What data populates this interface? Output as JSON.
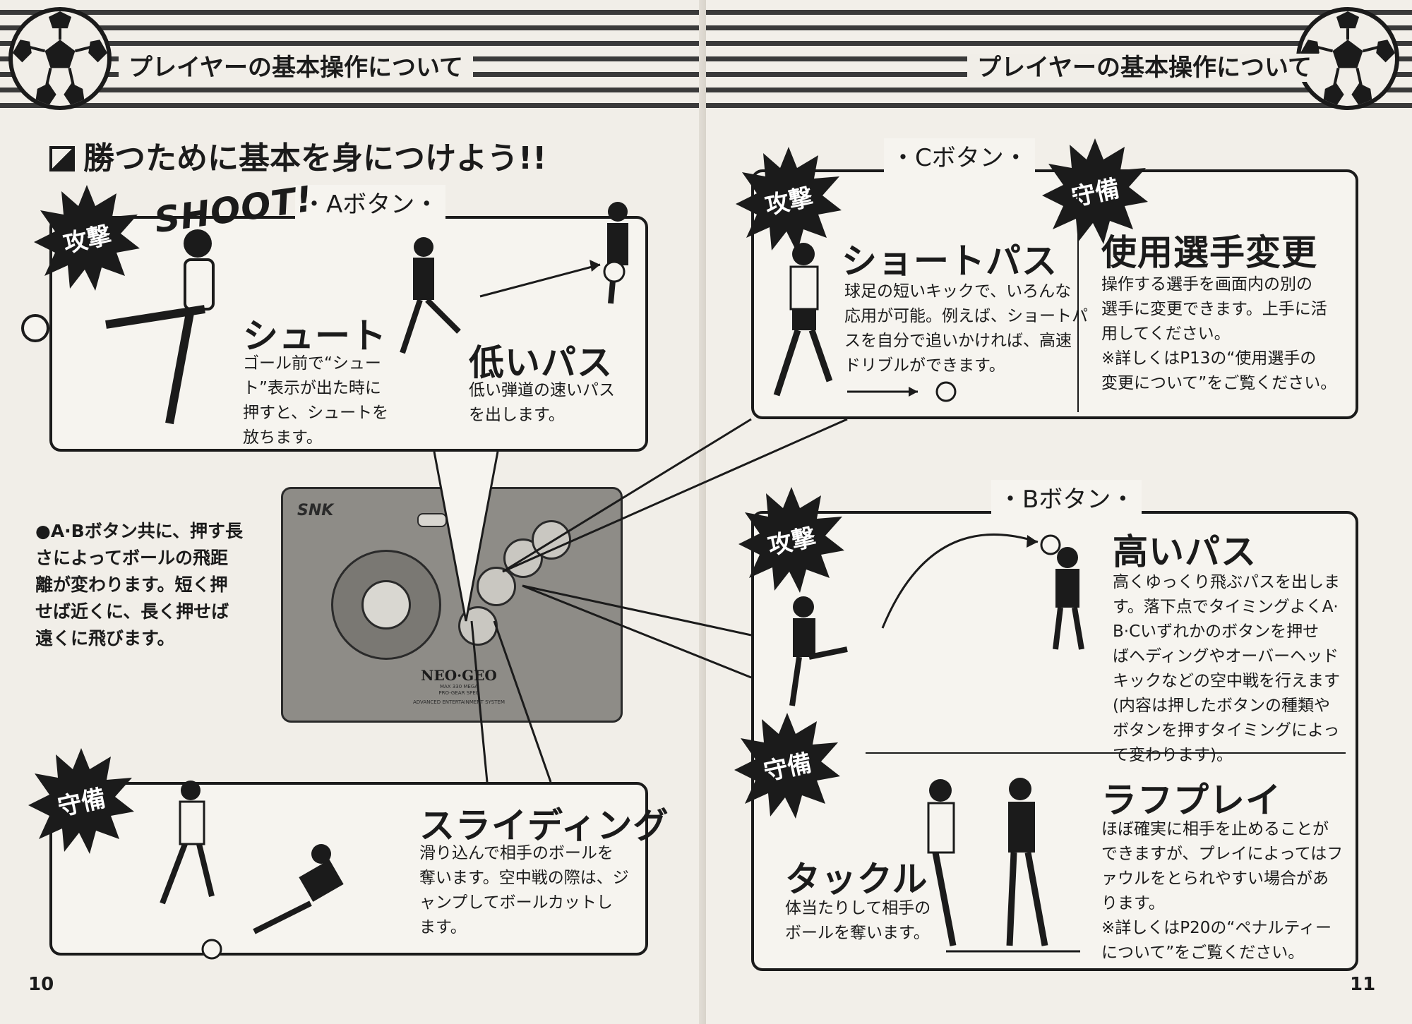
{
  "header": {
    "left_title": "プレイヤーの基本操作について",
    "right_title": "プレイヤーの基本操作について"
  },
  "left": {
    "heading": "勝つために基本を身につけよう!!",
    "panel_a": {
      "button_label": "・Aボタン・",
      "shoot_sfx": "SHOOT!",
      "badge": "攻撃",
      "term1": "シュート",
      "desc1": "ゴール前で“シュー\nト”表示が出た時に\n押すと、シュートを\n放ちます。",
      "term2": "低いパス",
      "desc2": "低い弾道の速いパス\nを出します。"
    },
    "note": "●A·Bボタン共に、押す長\nさによってボールの飛距\n離が変わります。短く押\nせば近くに、長く押せば\n遠くに飛びます。",
    "controller": {
      "brand": "SNK",
      "logo": "NEO·GEO",
      "logo_sub": "MAX 330 MEGA\nPRO-GEAR SPEC",
      "logo_caption": "ADVANCED ENTERTAINMENT SYSTEM"
    },
    "panel_slide": {
      "badge": "守備",
      "term": "スライディング",
      "desc": "滑り込んで相手のボールを\n奪います。空中戦の際は、ジ\nャンプしてボールカットし\nます。"
    },
    "page_number": "10"
  },
  "right": {
    "panel_c": {
      "button_label": "・Cボタン・",
      "badge_attack": "攻撃",
      "badge_defense": "守備",
      "term1": "ショートパス",
      "desc1": "球足の短いキックで、いろんな\n応用が可能。例えば、ショートパ\nスを自分で追いかければ、高速\nドリブルができます。",
      "term2": "使用選手変更",
      "desc2": "操作する選手を画面内の別の\n選手に変更できます。上手に活\n用してください。\n※詳しくはP13の“使用選手の\n変更について”をご覧ください。"
    },
    "panel_b": {
      "button_label": "・Bボタン・",
      "badge_attack": "攻撃",
      "badge_defense": "守備",
      "term1": "高いパス",
      "desc1": "高くゆっくり飛ぶパスを出しま\nす。落下点でタイミングよくA·\nB·Cいずれかのボタンを押せ\nばヘディングやオーバーヘッド\nキックなどの空中戦を行えます\n(内容は押したボタンの種類や\nボタンを押すタイミングによっ\nて変わります)。",
      "term2": "ラフプレイ",
      "desc2": "ほぼ確実に相手を止めることが\nできますが、プレイによってはフ\nァウルをとられやすい場合があ\nります。\n※詳しくはP20の“ペナルティー\nについて”をご覧ください。",
      "term3": "タックル",
      "desc3": "体当たりして相手の\nボールを奪います。"
    },
    "page_number": "11"
  }
}
